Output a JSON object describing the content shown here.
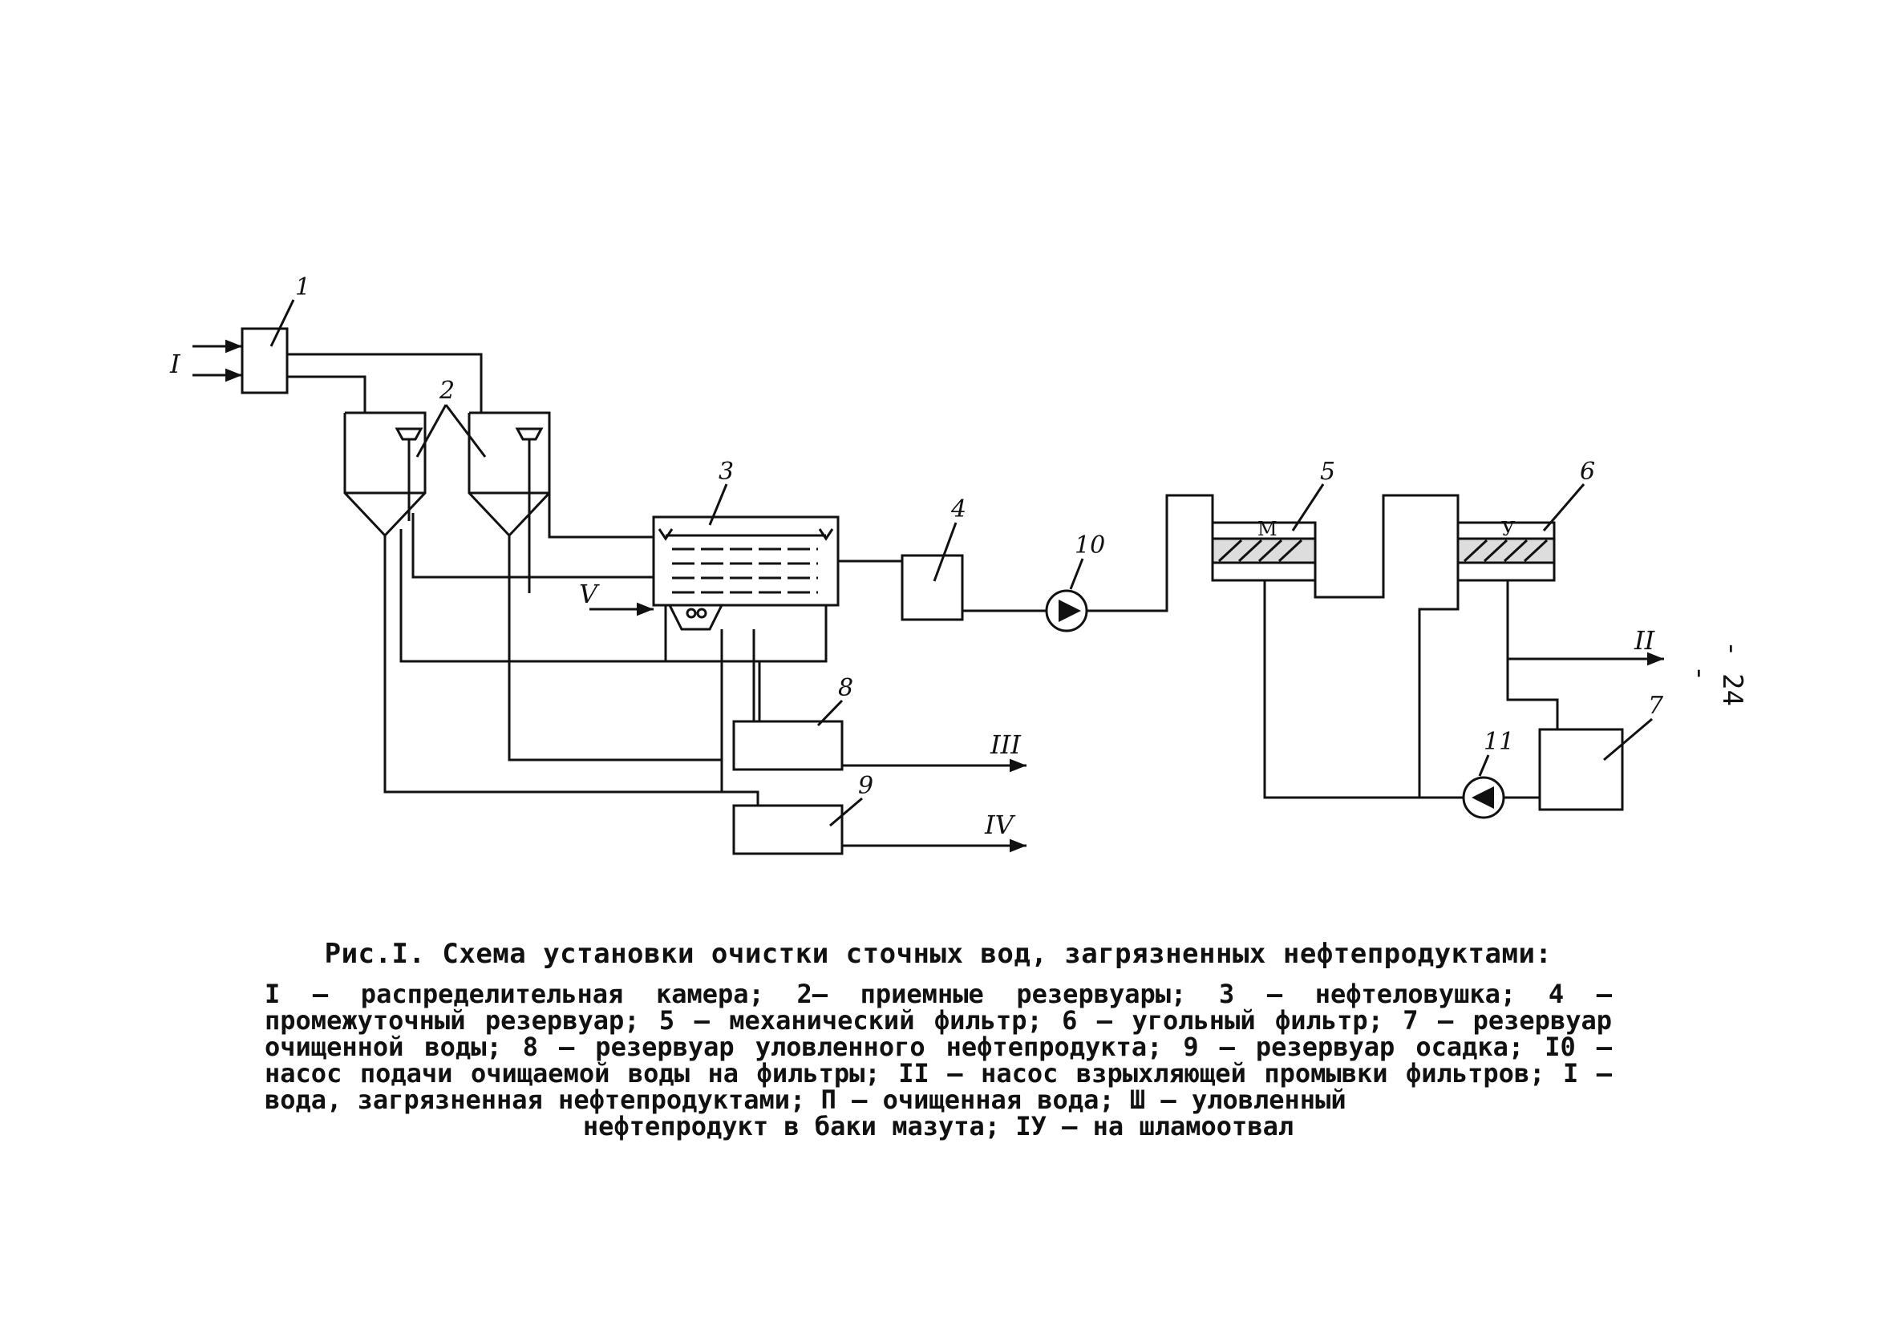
{
  "diagram": {
    "numbers": {
      "n1": "1",
      "n2": "2",
      "n3": "3",
      "n4": "4",
      "n5": "5",
      "n6": "6",
      "n7": "7",
      "n8": "8",
      "n9": "9",
      "n10": "10",
      "n11": "11"
    },
    "filter_letters": {
      "mechanical": "М",
      "carbon": "У"
    },
    "streams": {
      "s1": "I",
      "s2": "II",
      "s3": "III",
      "s4": "IV",
      "s5": "V"
    }
  },
  "page_number": "- 24 -",
  "caption": {
    "title": "Рис.I. Схема установки очистки сточных вод, загрязненных нефтепродуктами:",
    "legend_main": "I – распределительная камера; 2– приемные резервуары; 3 – нефтеловушка; 4 – промежуточный резервуар; 5 – механический фильтр; 6 – угольный фильтр; 7 – резервуар очищенной воды; 8 – резервуар уловленного нефтепродукта; 9 – резервуар осадка; I0 – насос подачи очищаемой воды на фильтры; II – насос взрыхляющей промывки фильтров; I – вода, загрязненная нефтепродуктами; П – очищенная вода; Ш – уловленный",
    "legend_last": "нефтепродукт в баки мазута; IУ – на шламоотвал"
  }
}
